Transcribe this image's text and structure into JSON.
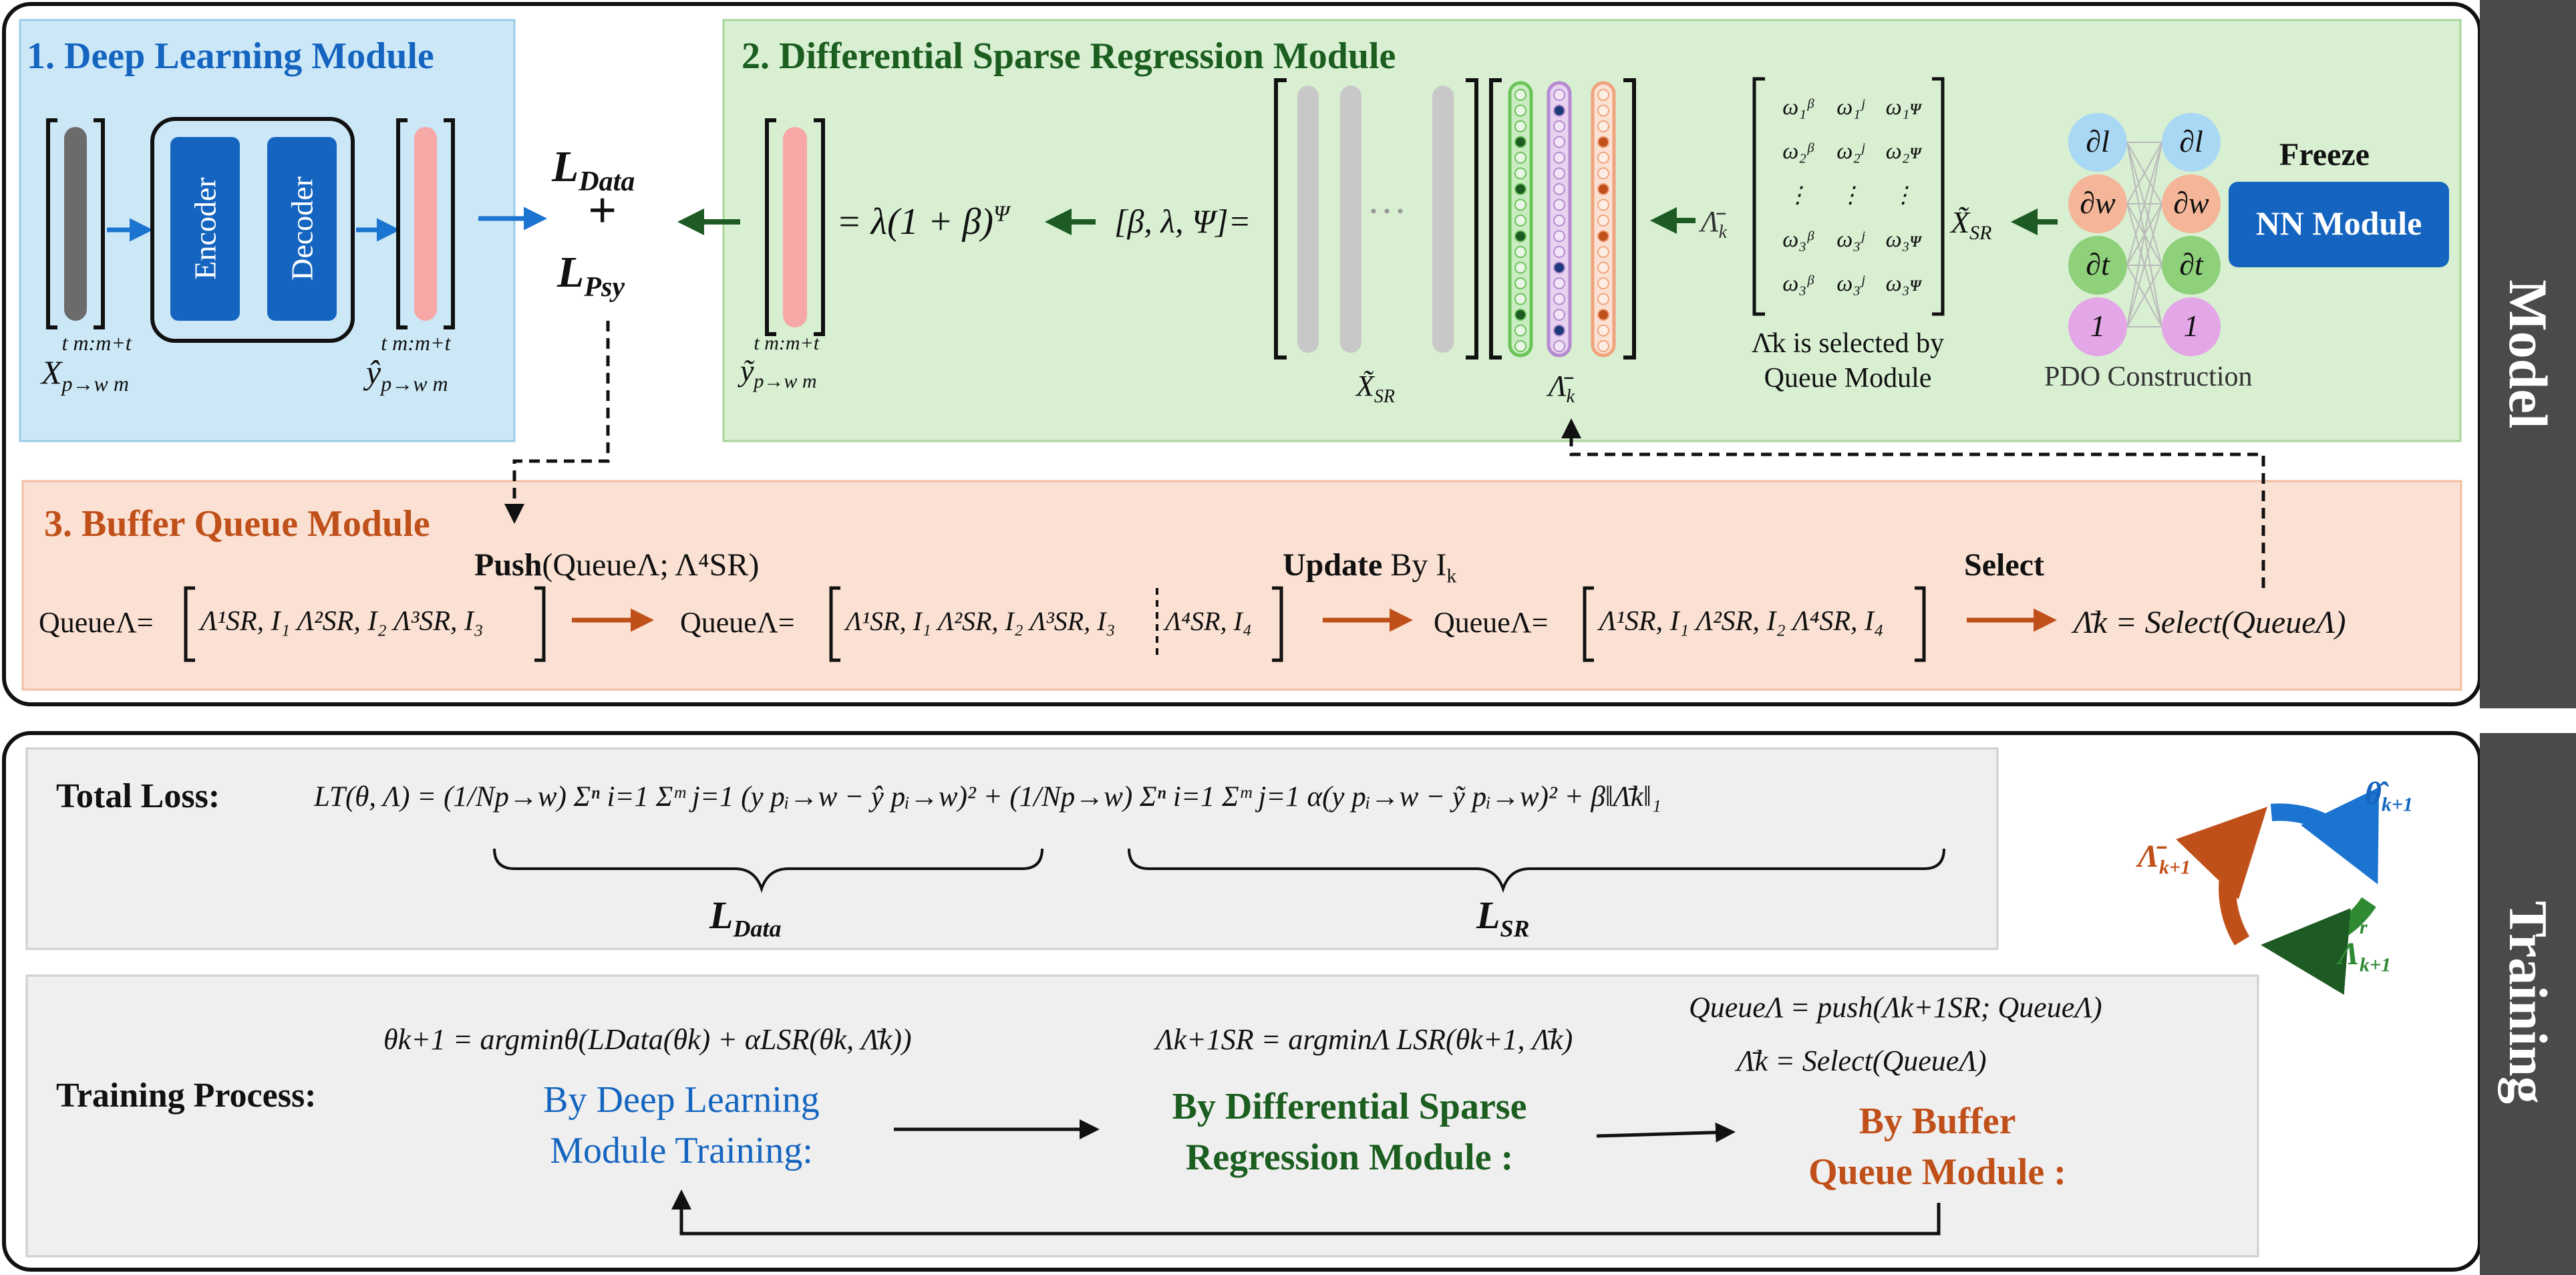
{
  "colors": {
    "deep_learning_bg": "#cce8f7",
    "sparse_regression_bg": "#d8efd2",
    "buffer_queue_bg": "#fbe1d3",
    "training_box_bg": "#efefef",
    "side_band": "#4a4a4a",
    "blue_title": "#1565c0",
    "green_title": "#1b5e20",
    "orange_title": "#c0501a",
    "module_blue": "#1565c0",
    "pink_vector": "#f7a7a5",
    "grey_vector": "#6b6b6b"
  },
  "side_labels": {
    "model": "Model",
    "training": "Training"
  },
  "deep_learning": {
    "title": "1. Deep Learning Module",
    "encoder": "Encoder",
    "decoder": "Decoder",
    "input_label": "X",
    "input_sup": "t m:m+t",
    "input_sub": "p→w m",
    "output_label": "ŷ",
    "output_sup": "t m:m+t",
    "output_sub": "p→w m"
  },
  "loss": {
    "l_data": "L",
    "l_data_sub": "Data",
    "plus": "+",
    "l_psy": "L",
    "l_psy_sub": "Psy"
  },
  "sparse_regression": {
    "title": "2. Differential  Sparse Regression Module",
    "ytilde_label": "ỹ",
    "ytilde_sup": "t m:m+t",
    "ytilde_sub": "p→w m",
    "equation": "= λ(1 + β)",
    "equation_sup": "Ψ",
    "params": "[β, λ, Ψ]=",
    "dots": "···",
    "xsr_label": "X̃",
    "xsr_sub": "SR",
    "lambda_label": "Λ̄",
    "lambda_sub": "k",
    "lambda_arrow_label": "Λ̄",
    "lambda_arrow_sub": "k",
    "matrix": [
      [
        "ω₁ᵝ",
        "ω₁ʲ",
        "ω₁ᴪ"
      ],
      [
        "ω₂ᵝ",
        "ω₂ʲ",
        "ω₂ᴪ"
      ],
      [
        "⋮",
        "⋮",
        "⋮"
      ],
      [
        "ω₃ᵝ",
        "ω₃ʲ",
        "ω₃ᴪ"
      ],
      [
        "ω₃ᵝ",
        "ω₃ʲ",
        "ω₃ᴪ"
      ]
    ],
    "selected_note_line1": "Λ̄k is selected by",
    "selected_note_line2": "Queue Module",
    "xsr_arrow_label": "X̃",
    "xsr_arrow_sub": "SR",
    "pdo_nodes": [
      "∂l",
      "∂w",
      "∂t",
      "1"
    ],
    "pdo_caption": "PDO Construction",
    "freeze": "Freeze",
    "nn_module": "NN Module"
  },
  "buffer_queue": {
    "title": "3. Buffer Queue Module",
    "push_bold": "Push",
    "push_rest": "(QueueΛ; Λ⁴SR)",
    "update_bold": "Update",
    "update_rest": " By I",
    "update_sub": "k",
    "select_bold": "Select",
    "queue1_prefix": "QueueΛ=",
    "queue1_items": "Λ¹SR, I₁   Λ²SR, I₂   Λ³SR, I₃",
    "queue2_prefix": "QueueΛ=",
    "queue2_items": "Λ¹SR, I₁ Λ²SR, I₂ Λ³SR, I₃",
    "queue2_extra": "Λ⁴SR, I₄",
    "queue3_prefix": "QueueΛ=",
    "queue3_items": "Λ¹SR, I₁   Λ²SR, I₂   Λ⁴SR, I₄",
    "select_result": "Λ̄k = Select(QueueΛ)"
  },
  "training": {
    "total_loss_label": "Total Loss:",
    "total_loss_formula": "LT(θ, Λ) = (1/Np→w) Σⁿ i=1 Σᵐ j=1 (y pᵢ→w − ŷ pᵢ→w)² + (1/Np→w) Σⁿ i=1 Σᵐ j=1 α(y pᵢ→w − ỹ pᵢ→w)² + β‖Λ̄k‖₁",
    "brace_left": "L",
    "brace_left_sub": "Data",
    "brace_right": "L",
    "brace_right_sub": "SR",
    "cycle_theta": "θ̂",
    "cycle_theta_sub": "k+1",
    "cycle_lambda": "Λ̄",
    "cycle_lambda_sub": "k+1",
    "cycle_lambda_r": "Λ",
    "cycle_lambda_r_sup": "r",
    "cycle_lambda_r_sub": "k+1",
    "process_label": "Training Process:",
    "eq_theta": "θk+1 = argminθ(LData(θk) + αLSR(θk, Λ̄k))",
    "eq_lambda": "Λk+1SR = argminΛ LSR(θk+1, Λ̄k)",
    "eq_queue1": "QueueΛ = push(Λk+1SR; QueueΛ)",
    "eq_queue2": "Λ̄k = Select(QueueΛ)",
    "step1_line1": "By Deep Learning",
    "step1_line2": "Module Training:",
    "step2_line1": "By Differential Sparse",
    "step2_line2": "Regression Module :",
    "step3_line1": "By Buffer",
    "step3_line2": "Queue Module :"
  }
}
